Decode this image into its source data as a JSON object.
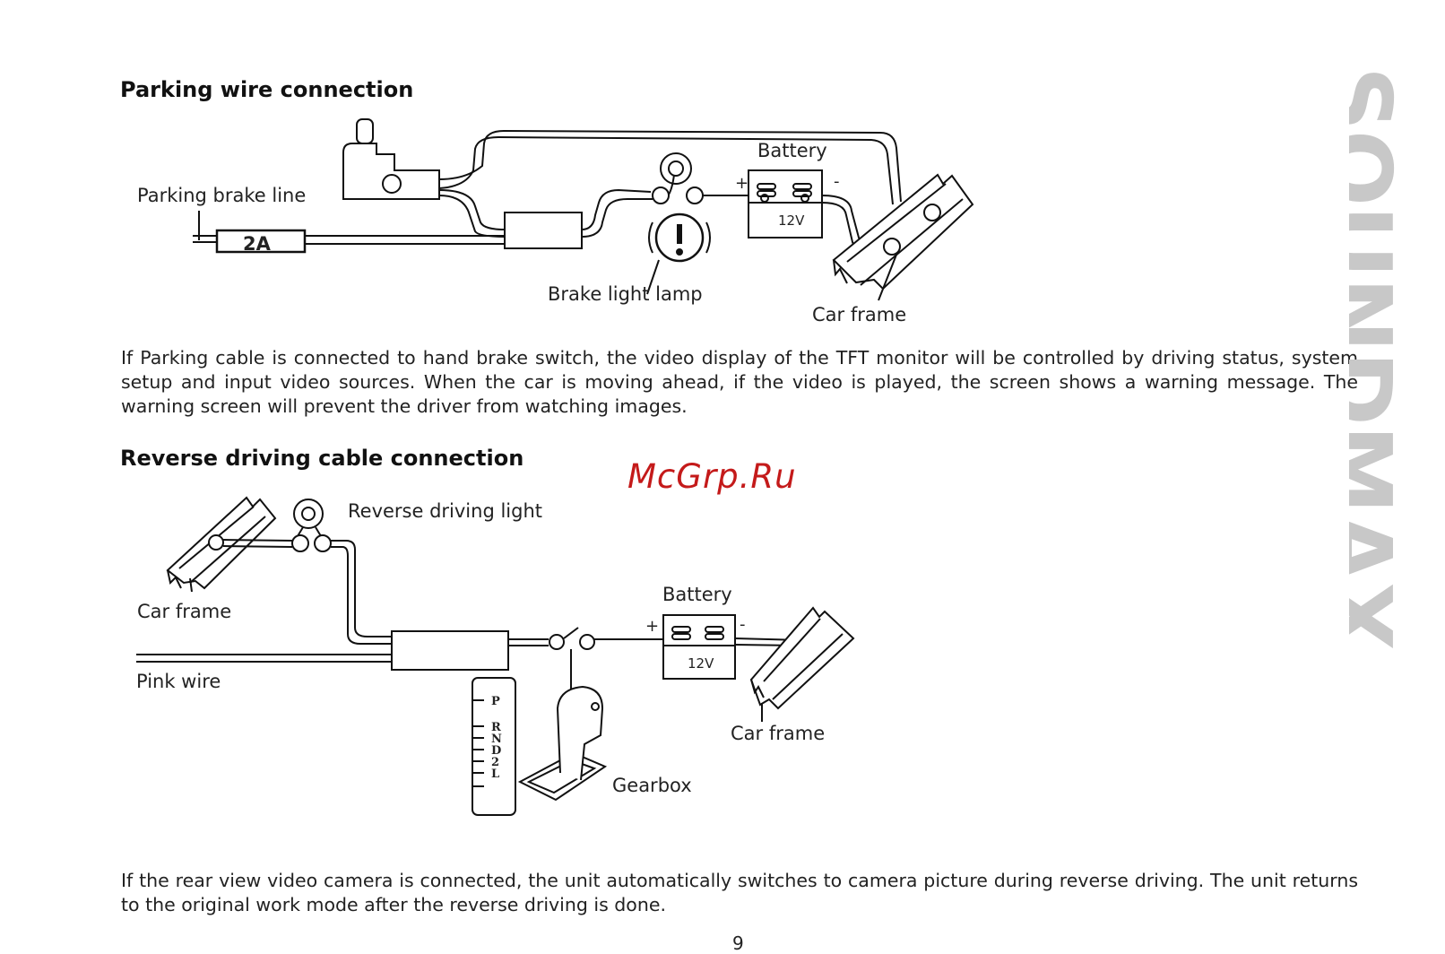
{
  "section1": {
    "heading": "Parking wire connection",
    "diagram": {
      "parking_brake_line": "Parking brake line",
      "fuse": "2A",
      "battery": "Battery",
      "battery_voltage": "12V",
      "plus": "+",
      "minus": "-",
      "brake_light_lamp": "Brake light lamp",
      "car_frame": "Car frame"
    },
    "text": "If Parking cable is connected to hand brake switch, the video display of the TFT monitor will be controlled by driving status, system setup and input video sources. When the car is moving ahead, if the video is played, the screen shows a warning message. The warning screen will prevent the driver from watching images."
  },
  "section2": {
    "heading": "Reverse driving cable connection",
    "diagram": {
      "reverse_driving_light": "Reverse driving light",
      "car_frame_left": "Car frame",
      "pink_wire": "Pink wire",
      "battery": "Battery",
      "battery_voltage": "12V",
      "plus": "+",
      "minus": "-",
      "car_frame_right": "Car frame",
      "gearbox": "Gearbox",
      "gears": [
        "P",
        "R",
        "N",
        "D",
        "2",
        "L"
      ]
    },
    "text": "If the rear view video camera is connected, the unit automatically switches to camera picture during reverse driving. The unit returns to the original work mode after the reverse driving is done."
  },
  "watermark": "McGrp.Ru",
  "brand": "SOUNDMAX",
  "page_number": "9"
}
